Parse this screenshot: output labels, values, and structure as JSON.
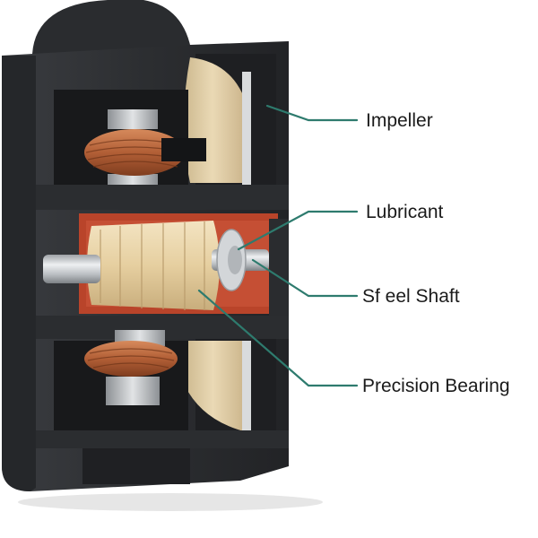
{
  "callouts": [
    {
      "id": "impeller",
      "label": "Impeller"
    },
    {
      "id": "lubricant",
      "label": "Lubricant"
    },
    {
      "id": "steel-shaft",
      "label": "Sf eel Shaft"
    },
    {
      "id": "precision-bearing",
      "label": "Precision Bearing"
    }
  ],
  "colors": {
    "housing": "#2f3134",
    "housing_edge": "#1d1e20",
    "impeller": "#e2cfa9",
    "coil_copper": "#b8653b",
    "rotor_cream": "#e9d6ac",
    "red_chamber": "#b9442a",
    "steel": "#c9ccd0",
    "leader_line": "#2e7b6e"
  }
}
